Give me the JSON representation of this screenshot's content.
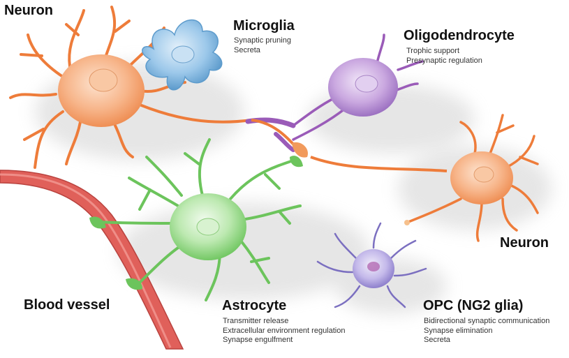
{
  "labels": {
    "neuron_top": "Neuron",
    "microglia": "Microglia",
    "oligodendrocyte": "Oligodendrocyte",
    "neuron_right": "Neuron",
    "blood_vessel": "Blood vessel",
    "astrocyte": "Astrocyte",
    "opc": "OPC (NG2 glia)"
  },
  "descriptions": {
    "microglia": [
      "Synaptic pruning",
      "Secreta"
    ],
    "oligodendrocyte": [
      "Trophic support",
      "Presynaptic regulation"
    ],
    "astrocyte": [
      "Transmitter release",
      "Extracellular environment regulation",
      "Synapse engulfment"
    ],
    "opc": [
      "Bidirectional synaptic communication",
      "Synapse elimination",
      "Secreta"
    ]
  },
  "colors": {
    "neuron": "#f08a4b",
    "neuron_body": "#f7b58a",
    "microglia": "#6aa9d6",
    "oligodendrocyte": "#b38ad0",
    "astrocyte": "#7ccf6e",
    "opc": "#8a7fc8",
    "vessel": "#e0605a"
  }
}
